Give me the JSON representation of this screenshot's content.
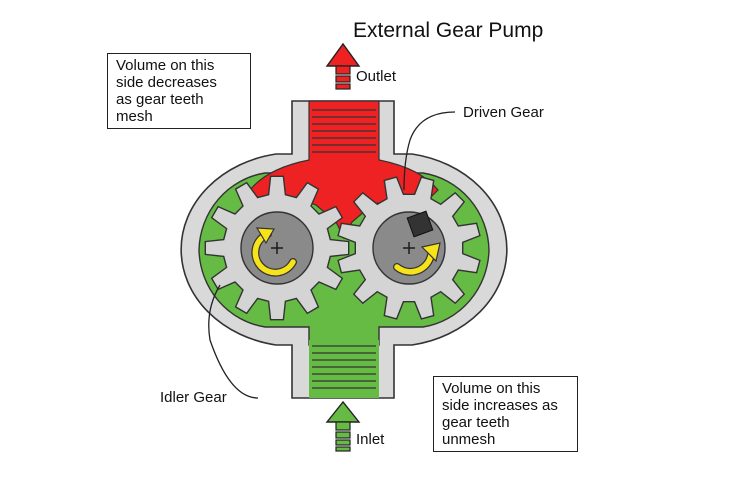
{
  "title": "External Gear Pump",
  "labels": {
    "outlet": "Outlet",
    "inlet": "Inlet",
    "driven_gear": "Driven Gear",
    "idler_gear": "Idler Gear"
  },
  "notes": {
    "outlet_side": [
      "Volume on this",
      "side decreases",
      "as gear teeth",
      "mesh"
    ],
    "inlet_side": [
      "Volume on this",
      "side increases as",
      "gear teeth",
      "unmesh"
    ]
  },
  "colors": {
    "discharge": "#ee2222",
    "suction": "#66bb44",
    "housing": "#d9d9d9",
    "gear": "#d4d4d4",
    "hub": "#8a8a8a",
    "rotation_arrow": "#f7e31a"
  },
  "icons": [
    "outlet-arrow-icon",
    "inlet-arrow-icon",
    "rotation-arrow-icon",
    "plus-icon",
    "drive-key-icon"
  ]
}
